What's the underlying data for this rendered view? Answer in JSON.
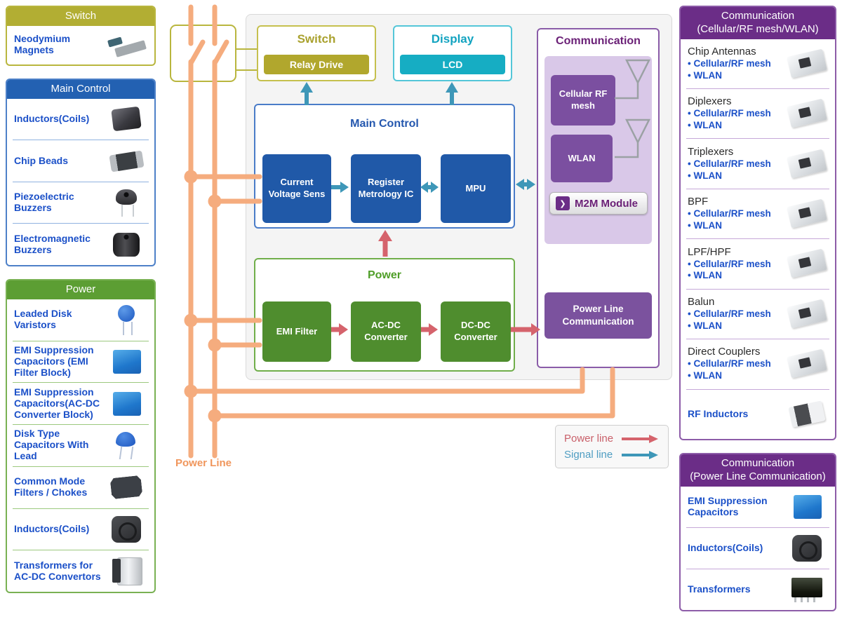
{
  "colors": {
    "olive": "#b2ae33",
    "blue": "#2361b2",
    "green": "#5c9e33",
    "purple": "#6b2d87",
    "teal": "#16adc3",
    "lavender": "#d9c8e8",
    "inner_blue": "#2059a8",
    "inner_green": "#4f8d2e",
    "inner_purple": "#7b4fa0",
    "link_blue": "#1b50c8",
    "power_line_orange": "#f5ac7e",
    "red_arrow": "#d5636c",
    "signal_arrow": "#3e97b8"
  },
  "left_panels": {
    "switch": {
      "title": "Switch",
      "items": [
        {
          "label": "Neodymium Magnets"
        }
      ]
    },
    "main_control": {
      "title": "Main Control",
      "items": [
        {
          "label": "Inductors(Coils)"
        },
        {
          "label": "Chip Beads"
        },
        {
          "label": "Piezoelectric Buzzers"
        },
        {
          "label": "Electromagnetic Buzzers"
        }
      ]
    },
    "power": {
      "title": "Power",
      "items": [
        {
          "label": "Leaded Disk Varistors"
        },
        {
          "label": "EMI Suppression Capacitors (EMI Filter Block)"
        },
        {
          "label": "EMI Suppression Capacitors(AC-DC Converter Block)"
        },
        {
          "label": "Disk Type Capacitors With Lead"
        },
        {
          "label": "Common Mode Filters / Chokes"
        },
        {
          "label": "Inductors(Coils)"
        },
        {
          "label": "Transformers for AC-DC Convertors"
        }
      ]
    }
  },
  "diagram": {
    "switch_block": {
      "title": "Switch",
      "chip_label": "Relay Drive"
    },
    "display_block": {
      "title": "Display",
      "chip_label": "LCD"
    },
    "main_control_block": {
      "title": "Main Control",
      "box1": "Current Voltage Sens",
      "box2": "Register Metrology IC",
      "box3": "MPU"
    },
    "power_block": {
      "title": "Power",
      "box1": "EMI Filter",
      "box2": "AC-DC Converter",
      "box3": "DC-DC Converter"
    },
    "communication_block": {
      "title": "Communication",
      "box1": "Cellular RF mesh",
      "box2": "WLAN",
      "m2m_chevron": "❯",
      "m2m_label": "M2M Module",
      "plc_label": "Power Line Communication"
    },
    "power_line_label": "Power Line",
    "legend": {
      "power_label": "Power line",
      "signal_label": "Signal line"
    }
  },
  "right_panels": {
    "comm_rf": {
      "title_line1": "Communication",
      "title_line2": "(Cellular/RF mesh/WLAN)",
      "items": [
        {
          "title": "Chip Antennas",
          "link1": "• Cellular/RF mesh",
          "link2": "• WLAN"
        },
        {
          "title": "Diplexers",
          "link1": "• Cellular/RF mesh",
          "link2": "• WLAN"
        },
        {
          "title": "Triplexers",
          "link1": "• Cellular/RF mesh",
          "link2": "• WLAN"
        },
        {
          "title": "BPF",
          "link1": "• Cellular/RF mesh",
          "link2": "• WLAN"
        },
        {
          "title": "LPF/HPF",
          "link1": "• Cellular/RF mesh",
          "link2": "• WLAN"
        },
        {
          "title": "Balun",
          "link1": "• Cellular/RF mesh",
          "link2": "• WLAN"
        },
        {
          "title": "Direct Couplers",
          "link1": "• Cellular/RF mesh",
          "link2": "• WLAN"
        }
      ],
      "rf_inductors_label": "RF Inductors"
    },
    "comm_plc": {
      "title_line1": "Communication",
      "title_line2": "(Power Line Communication)",
      "items": [
        {
          "label": "EMI Suppression Capacitors"
        },
        {
          "label": "Inductors(Coils)"
        },
        {
          "label": "Transformers"
        }
      ]
    }
  }
}
